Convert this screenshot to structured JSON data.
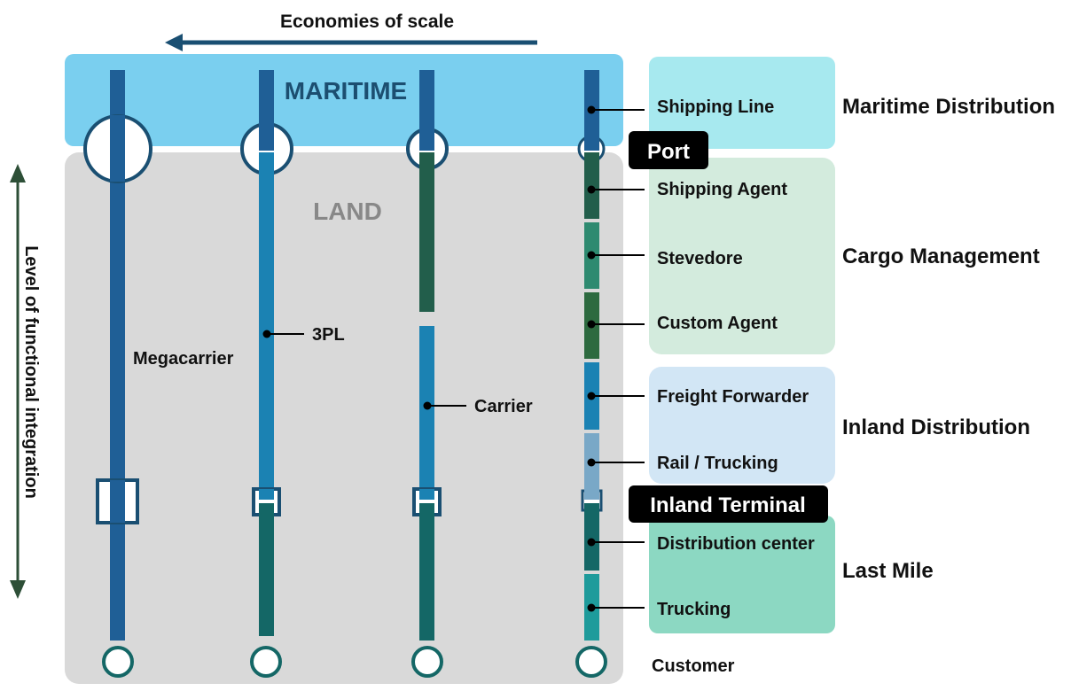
{
  "header": {
    "economies_label": "Economies of scale"
  },
  "axis": {
    "integration_label": "Level of functional integration"
  },
  "zones": {
    "maritime": "MARITIME",
    "land": "LAND"
  },
  "nodes": {
    "port": "Port",
    "inland_terminal": "Inland Terminal",
    "customer": "Customer"
  },
  "chains": {
    "megacarrier": "Megacarrier",
    "threepl": "3PL",
    "carrier": "Carrier"
  },
  "actors": {
    "shipping_line": "Shipping Line",
    "shipping_agent": "Shipping Agent",
    "stevedore": "Stevedore",
    "custom_agent": "Custom Agent",
    "freight_forwarder": "Freight Forwarder",
    "rail_trucking": "Rail / Trucking",
    "distribution_center": "Distribution center",
    "trucking": "Trucking"
  },
  "categories": {
    "maritime_distribution": "Maritime Distribution",
    "cargo_management": "Cargo Management",
    "inland_distribution": "Inland Distribution",
    "last_mile": "Last Mile"
  },
  "colors": {
    "maritime_zone": "#7acfef",
    "land_zone": "#d9d9d9",
    "dark_blue": "#1f5f96",
    "mid_blue": "#1b82b3",
    "dark_green": "#225e4b",
    "teal_green": "#146766",
    "light_blue": "#79a8c7",
    "turquoise": "#1e9b9b",
    "maritime_box": "#a7e9ef",
    "cargo_box": "#d3ebdd",
    "inland_box": "#d2e6f5",
    "lastmile_box": "#8cd8c2"
  }
}
